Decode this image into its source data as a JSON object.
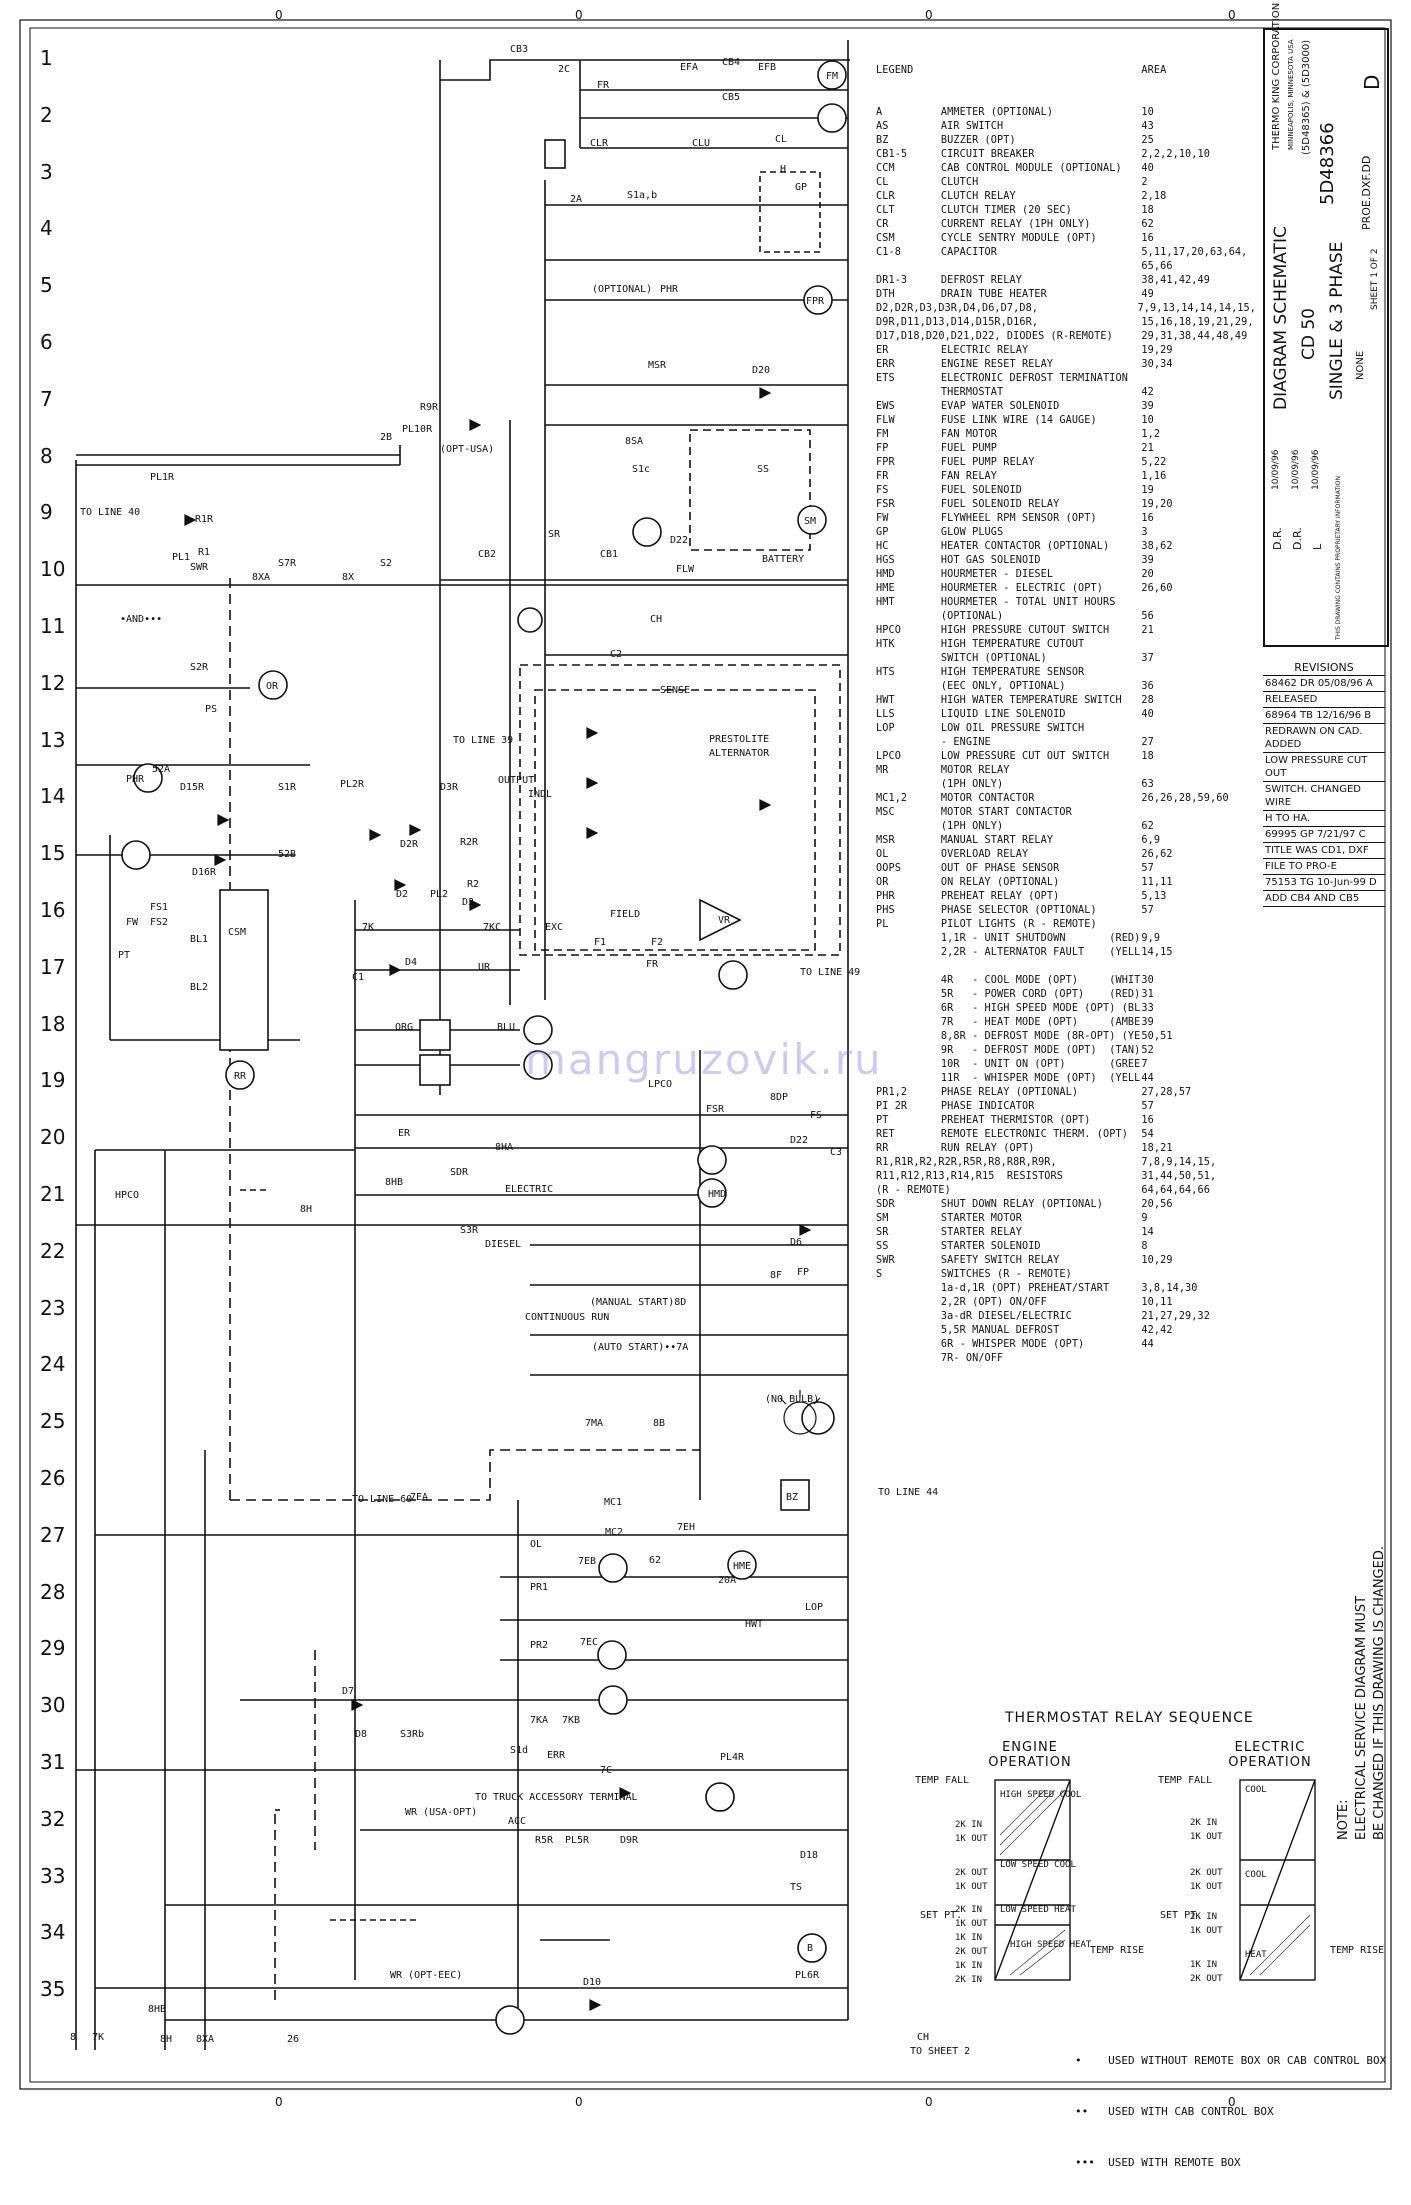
{
  "sheet": {
    "row_numbers": [
      "1",
      "2",
      "3",
      "4",
      "5",
      "6",
      "7",
      "8",
      "9",
      "10",
      "11",
      "12",
      "13",
      "14",
      "15",
      "16",
      "17",
      "18",
      "19",
      "20",
      "21",
      "22",
      "23",
      "24",
      "25",
      "26",
      "27",
      "28",
      "29",
      "30",
      "31",
      "32",
      "33",
      "34",
      "35"
    ],
    "top_ticks": [
      "0",
      "0",
      "0",
      "0",
      "0",
      "0",
      "0",
      "0"
    ]
  },
  "legend": {
    "header": {
      "code": "LEGEND",
      "area": "AREA"
    },
    "rows": [
      {
        "code": "A",
        "desc": "AMMETER (OPTIONAL)",
        "area": "10"
      },
      {
        "code": "AS",
        "desc": "AIR SWITCH",
        "area": "43"
      },
      {
        "code": "BZ",
        "desc": "BUZZER (OPT)",
        "area": "25"
      },
      {
        "code": "CB1-5",
        "desc": "CIRCUIT BREAKER",
        "area": "2,2,2,10,10"
      },
      {
        "code": "CCM",
        "desc": "CAB CONTROL MODULE (OPTIONAL)",
        "area": "40"
      },
      {
        "code": "CL",
        "desc": "CLUTCH",
        "area": "2"
      },
      {
        "code": "CLR",
        "desc": "CLUTCH RELAY",
        "area": "2,18"
      },
      {
        "code": "CLT",
        "desc": "CLUTCH TIMER (20 SEC)",
        "area": "18"
      },
      {
        "code": "CR",
        "desc": "CURRENT RELAY (1PH ONLY)",
        "area": "62"
      },
      {
        "code": "CSM",
        "desc": "CYCLE SENTRY MODULE (OPT)",
        "area": "16"
      },
      {
        "code": "C1-8",
        "desc": "CAPACITOR",
        "area": "5,11,17,20,63,64,"
      },
      {
        "code": "",
        "desc": "",
        "area": "65,66"
      },
      {
        "code": "DR1-3",
        "desc": "DEFROST RELAY",
        "area": "38,41,42,49"
      },
      {
        "code": "DTH",
        "desc": "DRAIN TUBE HEATER",
        "area": "49"
      },
      {
        "code": "D2,D2R,D3,D3R,D4,D6,D7,D8,",
        "desc": "",
        "area": "7,9,13,14,14,14,15,"
      },
      {
        "code": "D9R,D11,D13,D14,D15R,D16R,",
        "desc": "",
        "area": "15,16,18,19,21,29,"
      },
      {
        "code": "D17,D18,D20,D21,D22, DIODES (R-REMOTE)",
        "desc": "",
        "area": "29,31,38,44,48,49"
      },
      {
        "code": "ER",
        "desc": "ELECTRIC RELAY",
        "area": "19,29"
      },
      {
        "code": "ERR",
        "desc": "ENGINE RESET RELAY",
        "area": "30,34"
      },
      {
        "code": "ETS",
        "desc": "ELECTRONIC DEFROST TERMINATION",
        "area": ""
      },
      {
        "code": "",
        "desc": "THERMOSTAT",
        "area": "42"
      },
      {
        "code": "EWS",
        "desc": "EVAP WATER SOLENOID",
        "area": "39"
      },
      {
        "code": "FLW",
        "desc": "FUSE LINK WIRE (14 GAUGE)",
        "area": "10"
      },
      {
        "code": "FM",
        "desc": "FAN MOTOR",
        "area": "1,2"
      },
      {
        "code": "FP",
        "desc": "FUEL PUMP",
        "area": "21"
      },
      {
        "code": "FPR",
        "desc": "FUEL PUMP RELAY",
        "area": "5,22"
      },
      {
        "code": "FR",
        "desc": "FAN RELAY",
        "area": "1,16"
      },
      {
        "code": "FS",
        "desc": "FUEL SOLENOID",
        "area": "19"
      },
      {
        "code": "FSR",
        "desc": "FUEL SOLENOID RELAY",
        "area": "19,20"
      },
      {
        "code": "FW",
        "desc": "FLYWHEEL RPM SENSOR (OPT)",
        "area": "16"
      },
      {
        "code": "GP",
        "desc": "GLOW PLUGS",
        "area": "3"
      },
      {
        "code": "HC",
        "desc": "HEATER CONTACTOR (OPTIONAL)",
        "area": "38,62"
      },
      {
        "code": "HGS",
        "desc": "HOT GAS SOLENOID",
        "area": "39"
      },
      {
        "code": "HMD",
        "desc": "HOURMETER - DIESEL",
        "area": "20"
      },
      {
        "code": "HME",
        "desc": "HOURMETER - ELECTRIC (OPT)",
        "area": "26,60"
      },
      {
        "code": "HMT",
        "desc": "HOURMETER - TOTAL UNIT HOURS",
        "area": ""
      },
      {
        "code": "",
        "desc": "(OPTIONAL)",
        "area": "56"
      },
      {
        "code": "HPCO",
        "desc": "HIGH PRESSURE CUTOUT SWITCH",
        "area": "21"
      },
      {
        "code": "HTK",
        "desc": "HIGH TEMPERATURE CUTOUT",
        "area": ""
      },
      {
        "code": "",
        "desc": "SWITCH (OPTIONAL)",
        "area": "37"
      },
      {
        "code": "HTS",
        "desc": "HIGH TEMPERATURE SENSOR",
        "area": ""
      },
      {
        "code": "",
        "desc": "(EEC ONLY, OPTIONAL)",
        "area": "36"
      },
      {
        "code": "HWT",
        "desc": "HIGH WATER TEMPERATURE SWITCH",
        "area": "28"
      },
      {
        "code": "LLS",
        "desc": "LIQUID LINE SOLENOID",
        "area": "40"
      },
      {
        "code": "LOP",
        "desc": "LOW OIL PRESSURE SWITCH",
        "area": ""
      },
      {
        "code": "",
        "desc": "- ENGINE",
        "area": "27"
      },
      {
        "code": "LPCO",
        "desc": "LOW PRESSURE CUT OUT SWITCH",
        "area": "18"
      },
      {
        "code": "MR",
        "desc": "MOTOR RELAY",
        "area": ""
      },
      {
        "code": "",
        "desc": "(1PH ONLY)",
        "area": "63"
      },
      {
        "code": "MC1,2",
        "desc": "MOTOR CONTACTOR",
        "area": "26,26,28,59,60"
      },
      {
        "code": "MSC",
        "desc": "MOTOR START CONTACTOR",
        "area": ""
      },
      {
        "code": "",
        "desc": "(1PH ONLY)",
        "area": "62"
      },
      {
        "code": "MSR",
        "desc": "MANUAL START RELAY",
        "area": "6,9"
      },
      {
        "code": "OL",
        "desc": "OVERLOAD RELAY",
        "area": "26,62"
      },
      {
        "code": "OOPS",
        "desc": "OUT OF PHASE SENSOR",
        "area": "57"
      },
      {
        "code": "OR",
        "desc": "ON RELAY (OPTIONAL)",
        "area": "11,11"
      },
      {
        "code": "PHR",
        "desc": "PREHEAT RELAY (OPT)",
        "area": "5,13"
      },
      {
        "code": "PHS",
        "desc": "PHASE SELECTOR (OPTIONAL)",
        "area": "57"
      },
      {
        "code": "PL",
        "desc": "PILOT LIGHTS (R - REMOTE)",
        "area": ""
      },
      {
        "code": "",
        "desc": "1,1R - UNIT SHUTDOWN       (RED)",
        "area": "9,9"
      },
      {
        "code": "",
        "desc": "2,2R - ALTERNATOR FAULT    (YELLOW)",
        "area": "14,15"
      },
      {
        "code": "",
        "desc": "",
        "area": ""
      },
      {
        "code": "",
        "desc": "4R   - COOL MODE (OPT)     (WHITE)",
        "area": "30"
      },
      {
        "code": "",
        "desc": "5R   - POWER CORD (OPT)    (RED)",
        "area": "31"
      },
      {
        "code": "",
        "desc": "6R   - HIGH SPEED MODE (OPT) (BLUE)",
        "area": "33"
      },
      {
        "code": "",
        "desc": "7R   - HEAT MODE (OPT)     (AMBER)",
        "area": "39"
      },
      {
        "code": "",
        "desc": "8,8R - DEFROST MODE (8R-OPT) (YELLOW)",
        "area": "50,51"
      },
      {
        "code": "",
        "desc": "9R   - DEFROST MODE (OPT)  (TAN)",
        "area": "52"
      },
      {
        "code": "",
        "desc": "10R  - UNIT ON (OPT)       (GREEN)",
        "area": "7"
      },
      {
        "code": "",
        "desc": "11R  - WHISPER MODE (OPT)  (YELLOW)",
        "area": "44"
      },
      {
        "code": "PR1,2",
        "desc": "PHASE RELAY (OPTIONAL)",
        "area": "27,28,57"
      },
      {
        "code": "PI 2R",
        "desc": "PHASE INDICATOR",
        "area": "57"
      },
      {
        "code": "PT",
        "desc": "PREHEAT THERMISTOR (OPT)",
        "area": "16"
      },
      {
        "code": "RET",
        "desc": "REMOTE ELECTRONIC THERM. (OPT)",
        "area": "54"
      },
      {
        "code": "RR",
        "desc": "RUN RELAY (OPT)",
        "area": "18,21"
      },
      {
        "code": "R1,R1R,R2,R2R,R5R,R8,R8R,R9R,",
        "desc": "",
        "area": "7,8,9,14,15,"
      },
      {
        "code": "R11,R12,R13,R14,R15  RESISTORS",
        "desc": "",
        "area": "31,44,50,51,"
      },
      {
        "code": "(R - REMOTE)",
        "desc": "",
        "area": "64,64,64,66"
      },
      {
        "code": "SDR",
        "desc": "SHUT DOWN RELAY (OPTIONAL)",
        "area": "20,56"
      },
      {
        "code": "SM",
        "desc": "STARTER MOTOR",
        "area": "9"
      },
      {
        "code": "SR",
        "desc": "STARTER RELAY",
        "area": "14"
      },
      {
        "code": "SS",
        "desc": "STARTER SOLENOID",
        "area": "8"
      },
      {
        "code": "SWR",
        "desc": "SAFETY SWITCH RELAY",
        "area": "10,29"
      },
      {
        "code": "S",
        "desc": "SWITCHES (R - REMOTE)",
        "area": ""
      },
      {
        "code": "",
        "desc": "1a-d,1R (OPT) PREHEAT/START",
        "area": "3,8,14,30"
      },
      {
        "code": "",
        "desc": "2,2R (OPT) ON/OFF",
        "area": "10,11"
      },
      {
        "code": "",
        "desc": "3a-dR DIESEL/ELECTRIC",
        "area": "21,27,29,32"
      },
      {
        "code": "",
        "desc": "5,5R MANUAL DEFROST",
        "area": "42,42"
      },
      {
        "code": "",
        "desc": "6R - WHISPER MODE (OPT)",
        "area": "44"
      },
      {
        "code": "",
        "desc": "7R- ON/OFF",
        "area": ""
      }
    ]
  },
  "title_block": {
    "company": "THERMO KING CORPORATION",
    "company_sub": "MINNEAPOLIS, MINNESOTA USA",
    "part_numbers": "(5D48365) & (5D3000)",
    "drawing_no": "5D48366",
    "rev_letter": "D",
    "file_name": "PROE.DXF.DD",
    "title_line1": "DIAGRAM SCHEMATIC",
    "title_line2": "CD 50",
    "title_line3": "SINGLE & 3 PHASE",
    "scale": "NONE",
    "sheet": "SHEET 1 OF 2",
    "dates": [
      "10/09/96",
      "10/09/96",
      "10/09/96"
    ],
    "drawn": "D.R.",
    "checked": "D.R.",
    "approved": "L",
    "proprietary": "THIS DRAWING CONTAINS PROPRIETARY INFORMATION"
  },
  "revisions": {
    "heading": "REVISIONS",
    "rows": [
      "68462 DR 05/08/96 A",
      "RELEASED",
      "68964 TB 12/16/96 B",
      "REDRAWN ON CAD. ADDED",
      "LOW PRESSURE CUT OUT",
      "SWITCH. CHANGED WIRE",
      "H TO HA.",
      "69995 GP 7/21/97 C",
      "TITLE WAS CD1, DXF",
      "FILE TO PRO-E",
      "75153 TG 10-Jun-99 D",
      "ADD CB4 AND CB5"
    ]
  },
  "note": {
    "line1": "NOTE:",
    "line2": "ELECTRICAL SERVICE DIAGRAM MUST",
    "line3": "BE CHANGED IF THIS DRAWING IS CHANGED."
  },
  "schematic_labels": {
    "cb3": "CB3",
    "cb4": "CB4",
    "cb5": "CB5",
    "cb2": "CB2",
    "cb1": "CB1",
    "efa": "EFA",
    "efb": "EFB",
    "fm": "FM",
    "fr": "FR",
    "clr": "CLR",
    "clu": "CLU",
    "cl": "CL",
    "h": "H",
    "gp": "GP",
    "s1ab": "S1a,b",
    "2a": "2A",
    "2c": "2C",
    "phr_opt": "(OPTIONAL)",
    "phr": "PHR",
    "fpr": "FPR",
    "msr": "MSR",
    "d20": "D20",
    "r9r": "R9R",
    "pl10r": "PL10R",
    "opt_usa": "(OPT-USA)",
    "8sa": "8SA",
    "s1c": "S1c",
    "ss": "SS",
    "sm": "SM",
    "sr": "SR",
    "d22": "D22",
    "battery": "BATTERY",
    "flw": "FLW",
    "ch": "CH",
    "c2": "C2",
    "sense": "SENSE",
    "prestolite": "PRESTOLITE",
    "alternator": "ALTERNATOR",
    "output": "OUTPUT",
    "indl": "INDL",
    "field": "FIELD",
    "f1": "F1",
    "f2": "F2",
    "vr": "VR",
    "exc": "EXC",
    "pl1r": "PL1R",
    "r1r": "R1R",
    "r1": "R1",
    "pl1": "PL1",
    "to_line_40": "TO LINE 40",
    "swr": "SWR",
    "s7r": "S7R",
    "s2": "S2",
    "8x": "8X",
    "8xa": "8XA",
    "2b": "2B",
    "and_opt": "•AND•••",
    "or": "OR",
    "s2r": "S2R",
    "ps": "PS",
    "to_line_39": "TO LINE 39",
    "phr2": "PHR",
    "52a": "52A",
    "d15r": "D15R",
    "s1r": "S1R",
    "52b": "52B",
    "d16r": "D16R",
    "csm": "CSM",
    "fs1": "FS1",
    "fs2": "FS2",
    "fw": "FW",
    "pt": "PT",
    "bl1": "BL1",
    "bl2": "BL2",
    "rr": "RR",
    "pl2r": "PL2R",
    "d3r": "D3R",
    "d2r": "D2R",
    "r2r": "R2R",
    "d2": "D2",
    "pl2": "PL2",
    "r2": "R2",
    "d3": "D3",
    "d4": "D4",
    "c1": "C1",
    "7k": "7K",
    "7kc": "7KC",
    "ur": "UR",
    "fr2": "FR",
    "to_line_49": "TO LINE 49",
    "org": "ORG",
    "blu": "BLU",
    "lpco": "LPCO",
    "fsr": "FSR",
    "fs": "FS",
    "8dp": "8DP",
    "d22b": "D22",
    "c3": "C3",
    "hmd": "HMD",
    "er": "ER",
    "sdr": "SDR",
    "8ha": "8HA",
    "8hb": "8HB",
    "electric": "ELECTRIC",
    "s3r": "S3R",
    "diesel": "DIESEL",
    "hpco": "HPCO",
    "8h": "8H",
    "d6": "D6",
    "fp": "FP",
    "8f": "8F",
    "manual_start": "(MANUAL START)8D",
    "continuous_run": "CONTINUOUS RUN",
    "auto_start": "(AUTO START)••7A",
    "no_bulb": "(NO BULB)",
    "7ma": "7MA",
    "8b": "8B",
    "bz": "BZ",
    "to_line_44": "TO LINE 44",
    "to_line_60": "TO LINE 60",
    "7ea": "7EA",
    "mc1": "MC1",
    "ol": "OL",
    "mc2": "MC2",
    "7eh": "7EH",
    "hme": "HME",
    "7eb": "7EB",
    "62": "62",
    "20a": "20A",
    "lop": "LOP",
    "hwt": "HWT",
    "pr1": "PR1",
    "pr2": "PR2",
    "7ec": "7EC",
    "d7": "D7",
    "d8": "D8",
    "s3rb": "S3Rb",
    "7ka": "7KA",
    "7kb": "7KB",
    "s1d": "S1d",
    "err": "ERR",
    "7c": "7C",
    "pl4r": "PL4R",
    "acc": "ACC",
    "r5r": "R5R",
    "pl5r": "PL5R",
    "d9r": "D9R",
    "to_truck": "TO TRUCK ACCESSORY TERMINAL",
    "wr_usa": "WR (USA-OPT)",
    "wr_eec": "WR (OPT-EEC)",
    "d18": "D18",
    "ts": "TS",
    "b": "B",
    "pl6r": "PL6R",
    "d10": "D10",
    "ch_sheet2": "CH",
    "to_sheet_2": "TO SHEET 2",
    "bottom_8h": "8H",
    "bottom_8xa": "8XA",
    "bottom_26": "26",
    "bottom_8": "8",
    "bottom_7k": "7K",
    "bottom_8hb": "8HB"
  },
  "thermostat": {
    "title": "THERMOSTAT RELAY SEQUENCE",
    "engine_head": "ENGINE OPERATION",
    "electric_head": "ELECTRIC OPERATION",
    "temp_fall": "TEMP FALL",
    "temp_rise": "TEMP RISE",
    "set_pt": "SET PT.",
    "engine_zones": [
      "HIGH SPEED COOL",
      "LOW SPEED COOL",
      "LOW SPEED HEAT",
      "HIGH SPEED HEAT"
    ],
    "electric_zones": [
      "COOL",
      "COOL",
      "HEAT"
    ],
    "engine_steps": [
      "2K IN",
      "1K OUT",
      "2K OUT",
      "1K OUT",
      "2K IN",
      "1K OUT",
      "1K IN",
      "2K OUT",
      "1K IN",
      "2K IN"
    ],
    "electric_steps": [
      "2K IN",
      "1K OUT",
      "2K OUT",
      "1K OUT",
      "2K IN",
      "1K OUT",
      "1K IN",
      "2K OUT"
    ]
  },
  "footnotes": {
    "single": "•    USED WITHOUT REMOTE BOX OR CAB CONTROL BOX",
    "double": "••   USED WITH CAB CONTROL BOX",
    "triple": "•••  USED WITH REMOTE BOX"
  },
  "watermark": "mangruzovik.ru",
  "colors": {
    "ink": "#111111",
    "watermark": "#7a6bd8",
    "paper": "#ffffff"
  }
}
